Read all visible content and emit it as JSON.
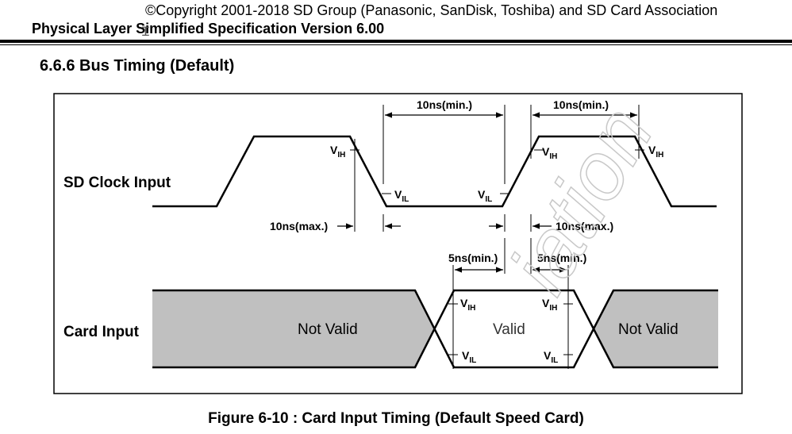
{
  "header": {
    "copyright": "©Copyright 2001-2018 SD Group (Panasonic, SanDisk, Toshiba) and SD Card Association",
    "spec_title": "Physical Layer Simplified Specification Version 6.00"
  },
  "section": {
    "heading": "6.6.6 Bus Timing (Default)"
  },
  "diagram": {
    "signals": {
      "clock_label": "SD Clock Input",
      "card_label": "Card Input"
    },
    "timing": {
      "clock_low_min": "10ns(min.)",
      "clock_high_min": "10ns(min.)",
      "fall_time_max": "10ns(max.)",
      "rise_time_max": "10ns(max.)",
      "setup_min": "5ns(min.)",
      "hold_min": "5ns(min.)"
    },
    "levels": {
      "v": "V",
      "ih": "IH",
      "il": "IL"
    },
    "regions": {
      "not_valid_left": "Not Valid",
      "valid": "Valid",
      "not_valid_right": "Not Valid"
    },
    "colors": {
      "invalid_fill": "#c0c0c0",
      "line": "#000000",
      "watermark": "#c8c8c8"
    }
  },
  "watermark": {
    "text": "iation"
  },
  "figure": {
    "caption": "Figure 6-10 : Card Input Timing (Default Speed Card)"
  }
}
